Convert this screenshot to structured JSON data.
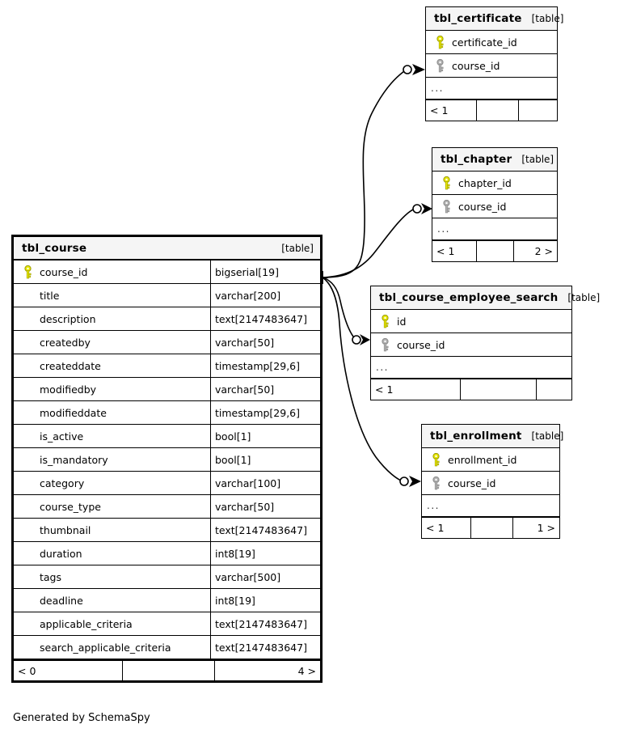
{
  "diagram": {
    "generator_credit": "Generated by SchemaSpy",
    "table_kind_label": "[table]",
    "ellipsis": "...",
    "colors": {
      "primary_key_icon": "#e8e800",
      "foreign_key_icon": "#b0b0b0",
      "table_header_bg": "#f5f5f5",
      "border": "#000000",
      "page_bg": "#ffffff"
    }
  },
  "tables": {
    "course": {
      "name": "tbl_course",
      "kind": "[table]",
      "focused": true,
      "columns": [
        {
          "key": "primary",
          "name": "course_id",
          "type": "bigserial[19]"
        },
        {
          "key": "none",
          "name": "title",
          "type": "varchar[200]"
        },
        {
          "key": "none",
          "name": "description",
          "type": "text[2147483647]"
        },
        {
          "key": "none",
          "name": "createdby",
          "type": "varchar[50]"
        },
        {
          "key": "none",
          "name": "createddate",
          "type": "timestamp[29,6]"
        },
        {
          "key": "none",
          "name": "modifiedby",
          "type": "varchar[50]"
        },
        {
          "key": "none",
          "name": "modifieddate",
          "type": "timestamp[29,6]"
        },
        {
          "key": "none",
          "name": "is_active",
          "type": "bool[1]"
        },
        {
          "key": "none",
          "name": "is_mandatory",
          "type": "bool[1]"
        },
        {
          "key": "none",
          "name": "category",
          "type": "varchar[100]"
        },
        {
          "key": "none",
          "name": "course_type",
          "type": "varchar[50]"
        },
        {
          "key": "none",
          "name": "thumbnail",
          "type": "text[2147483647]"
        },
        {
          "key": "none",
          "name": "duration",
          "type": "int8[19]"
        },
        {
          "key": "none",
          "name": "tags",
          "type": "varchar[500]"
        },
        {
          "key": "none",
          "name": "deadline",
          "type": "int8[19]"
        },
        {
          "key": "none",
          "name": "applicable_criteria",
          "type": "text[2147483647]"
        },
        {
          "key": "none",
          "name": "search_applicable_criteria",
          "type": "text[2147483647]"
        }
      ],
      "has_ellipsis": false,
      "footer": {
        "left": "< 0",
        "middle": "",
        "right": "4 >"
      }
    },
    "certificate": {
      "name": "tbl_certificate",
      "kind": "[table]",
      "focused": false,
      "columns": [
        {
          "key": "primary",
          "name": "certificate_id",
          "type": ""
        },
        {
          "key": "foreign",
          "name": "course_id",
          "type": ""
        }
      ],
      "has_ellipsis": true,
      "footer": {
        "left": "< 1",
        "middle": "",
        "right": ""
      }
    },
    "chapter": {
      "name": "tbl_chapter",
      "kind": "[table]",
      "focused": false,
      "columns": [
        {
          "key": "primary",
          "name": "chapter_id",
          "type": ""
        },
        {
          "key": "foreign",
          "name": "course_id",
          "type": ""
        }
      ],
      "has_ellipsis": true,
      "footer": {
        "left": "< 1",
        "middle": "",
        "right": "2 >"
      }
    },
    "course_employee_search": {
      "name": "tbl_course_employee_search",
      "kind": "[table]",
      "focused": false,
      "columns": [
        {
          "key": "primary",
          "name": "id",
          "type": ""
        },
        {
          "key": "foreign",
          "name": "course_id",
          "type": ""
        }
      ],
      "has_ellipsis": true,
      "footer": {
        "left": "< 1",
        "middle": "",
        "right": ""
      }
    },
    "enrollment": {
      "name": "tbl_enrollment",
      "kind": "[table]",
      "focused": false,
      "columns": [
        {
          "key": "primary",
          "name": "enrollment_id",
          "type": ""
        },
        {
          "key": "foreign",
          "name": "course_id",
          "type": ""
        }
      ],
      "has_ellipsis": true,
      "footer": {
        "left": "< 1",
        "middle": "",
        "right": "1 >"
      }
    }
  },
  "relationships": [
    {
      "from": "tbl_course.course_id",
      "to": "tbl_certificate.course_id",
      "cardinality": "zero-or-one-to-many"
    },
    {
      "from": "tbl_course.course_id",
      "to": "tbl_chapter.course_id",
      "cardinality": "zero-or-one-to-many"
    },
    {
      "from": "tbl_course.course_id",
      "to": "tbl_course_employee_search.course_id",
      "cardinality": "zero-or-one-to-many"
    },
    {
      "from": "tbl_course.course_id",
      "to": "tbl_enrollment.course_id",
      "cardinality": "zero-or-one-to-many"
    }
  ]
}
